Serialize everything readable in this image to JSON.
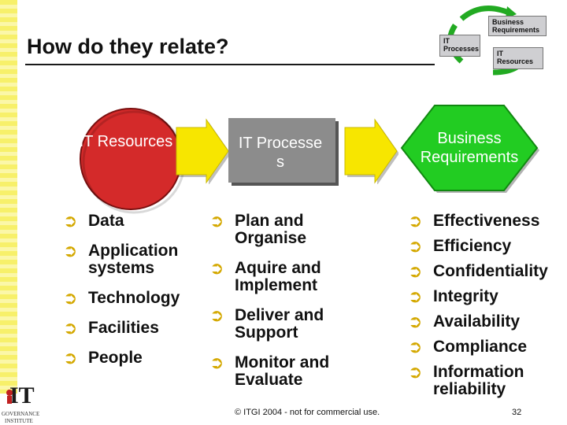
{
  "title": "How do they relate?",
  "cycle_diagram": {
    "business_requirements": "Business Requirements",
    "it_processes": "IT Processes",
    "it_resources": "IT Resources"
  },
  "shapes": {
    "it_resources": "IT Resources",
    "it_processes": "IT Processe s",
    "business_requirements": "Business Requirements"
  },
  "resources_list": [
    "Data",
    "Application systems",
    "Technology",
    "Facilities",
    "People"
  ],
  "processes_list": [
    "Plan and Organise",
    "Aquire and Implement",
    "Deliver and Support",
    "Monitor and Evaluate"
  ],
  "requirements_list": [
    "Effectiveness",
    "Efficiency",
    "Confidentiality",
    "Integrity",
    "Availability",
    "Compliance",
    "Information reliability"
  ],
  "bullet_glyph": "➲",
  "footer": "© ITGI 2004 - not for commercial use.",
  "page_number": "32",
  "logo": {
    "text_it": "IT",
    "text_line1": "GOVERNANCE",
    "text_line2": "INSTITUTE"
  },
  "colors": {
    "resources_circle": "#d42a2a",
    "processes_box": "#8c8c8c",
    "requirements_hex": "#22cc22",
    "arrow": "#f7e600",
    "bullet": "#d4a800"
  }
}
